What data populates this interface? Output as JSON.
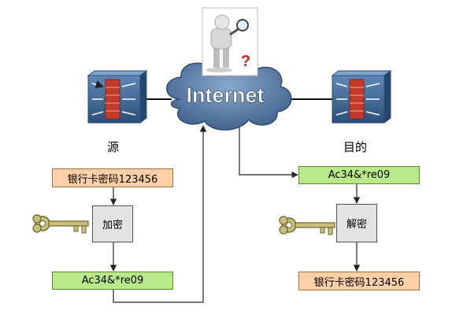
{
  "cloud": {
    "label": "Internet"
  },
  "source": {
    "label": "源",
    "plaintext": "银行卡密码123456",
    "process": "加密",
    "ciphertext": "Ac34&*re09"
  },
  "destination": {
    "label": "目的",
    "ciphertext": "Ac34&*re09",
    "process": "解密",
    "plaintext": "银行卡密码123456"
  },
  "icons": {
    "firewall_left": "firewall-icon",
    "firewall_right": "firewall-icon",
    "key_left": "key-icon",
    "key_right": "key-icon",
    "eavesdropper": "magnifier-person-icon",
    "question_mark": "?"
  },
  "colors": {
    "plaintext_fill": "#ffd0a8",
    "ciphertext_fill": "#b8ea8a",
    "process_fill": "#e3e3e3",
    "cloud_fill": "#5d7fa8",
    "firewall_face": "#3c5f88"
  }
}
